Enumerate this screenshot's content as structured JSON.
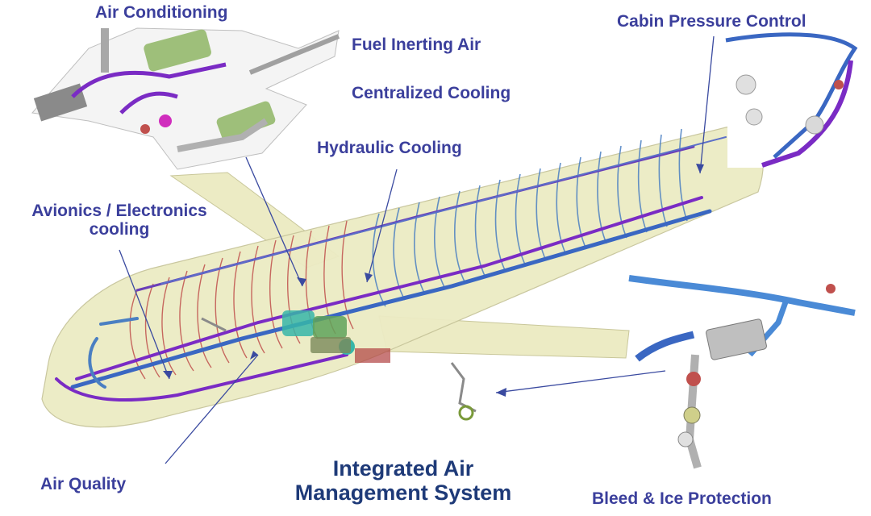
{
  "labels": {
    "air_conditioning": "Air Conditioning",
    "fuel_inerting": "Fuel Inerting Air",
    "centralized_cooling": "Centralized Cooling",
    "cabin_pressure": "Cabin Pressure Control",
    "hydraulic_cooling": "Hydraulic Cooling",
    "avionics_line1": "Avionics / Electronics",
    "avionics_line2": "cooling",
    "air_quality": "Air Quality",
    "bleed_ice": "Bleed & Ice Protection"
  },
  "title": {
    "line1": "Integrated Air",
    "line2": "Management System"
  },
  "colors": {
    "label_text": "#3b3f9c",
    "title_text": "#1e3a78",
    "fuselage_fill": "#ecebc4",
    "purple_duct": "#7a2bc4",
    "blue_duct": "#3a67c2",
    "red_frame": "#c0504d",
    "leader_line": "#3a4aa0"
  }
}
